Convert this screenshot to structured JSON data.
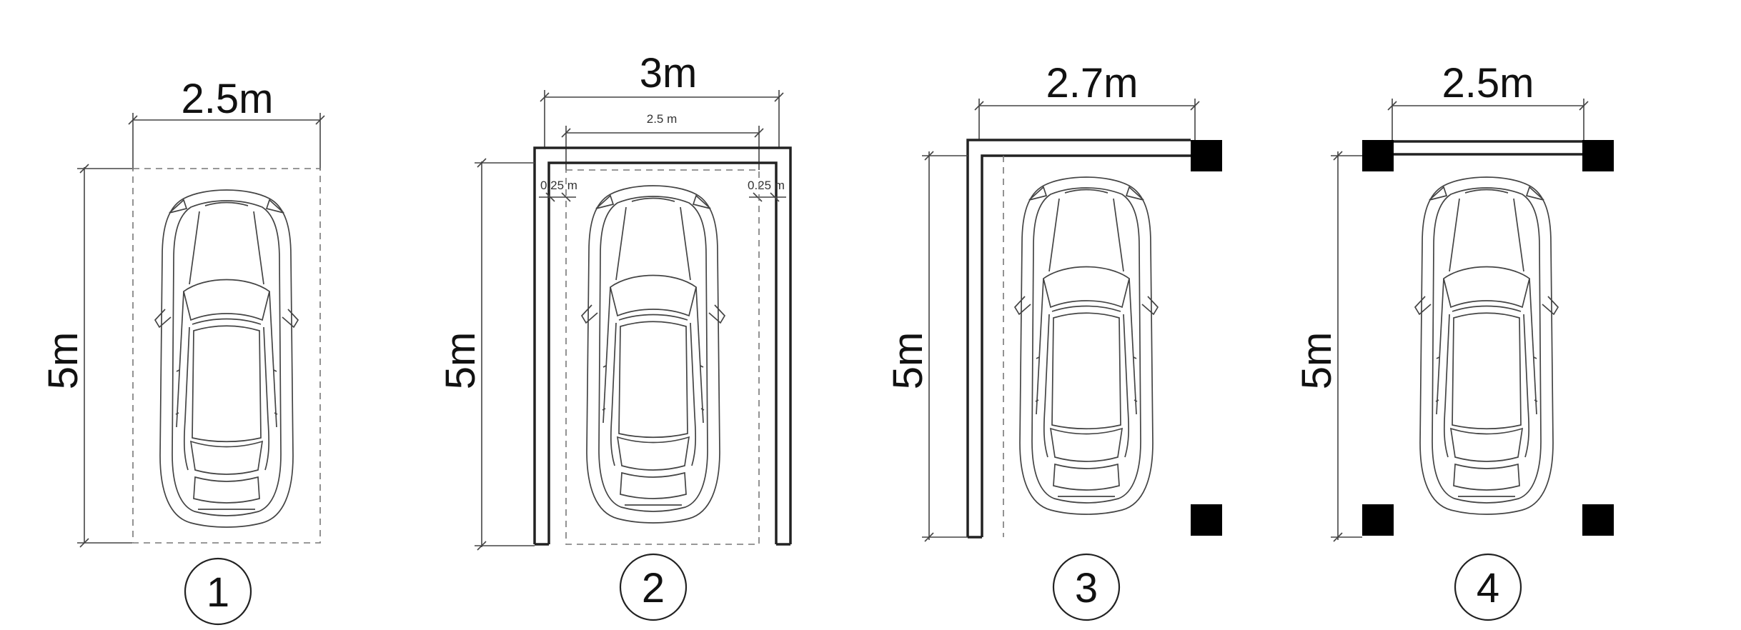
{
  "diagrams": [
    {
      "number": "1",
      "width_label": "2.5m",
      "length_label": "5m"
    },
    {
      "number": "2",
      "width_label": "3m",
      "length_label": "5m",
      "inner_width_label": "2.5 m",
      "left_gap_label": "0.25 m",
      "right_gap_label": "0.25 m"
    },
    {
      "number": "3",
      "width_label": "2.7m",
      "length_label": "5m"
    },
    {
      "number": "4",
      "width_label": "2.5m",
      "length_label": "5m"
    }
  ],
  "colors": {
    "line": "#444444",
    "wall": "#222222",
    "column": "#000000",
    "text": "#111111"
  },
  "icons": {
    "car": "car-top-view-icon",
    "column": "column-square-icon"
  }
}
